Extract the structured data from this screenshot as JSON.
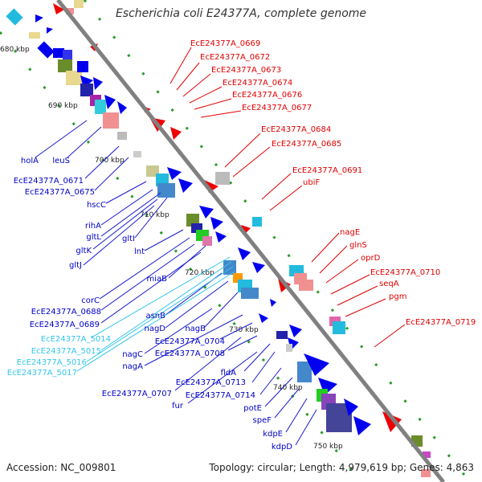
{
  "title": "Escherichia coli E24377A, complete genome",
  "footer": {
    "accession": "Accession: NC_009801",
    "summary": "Topology: circular; Length: 4,979,619 bp; Genes: 4,863"
  },
  "ticks": [
    "680 kbp",
    "690 kbp",
    "700 kbp",
    "710 kbp",
    "720 kbp",
    "730 kbp",
    "740 kbp",
    "750 kbp"
  ],
  "colors": {
    "forward_label": "#e00000",
    "reverse_label": "#0000c8",
    "rna_label": "#33c6ea",
    "backbone": "#808080",
    "gc_dot": "#2a9a2a"
  },
  "forward_labels": [
    "EcE24377A_0669",
    "EcE24377A_0672",
    "EcE24377A_0673",
    "EcE24377A_0674",
    "EcE24377A_0676",
    "EcE24377A_0677",
    "EcE24377A_0684",
    "EcE24377A_0685",
    "EcE24377A_0691",
    "ubiF",
    "nagE",
    "glnS",
    "oprD",
    "EcE24377A_0710",
    "seqA",
    "pgm",
    "EcE24377A_0719"
  ],
  "reverse_labels": [
    "holA",
    "leuS",
    "EcE24377A_0671",
    "EcE24377A_0675",
    "hscC",
    "rihA",
    "gltL",
    "gltI",
    "gltK",
    "lnt",
    "gltJ",
    "miaB",
    "corC",
    "EcE24377A_0688",
    "EcE24377A_0689",
    "asnB",
    "nagD",
    "nagB",
    "EcE24377A_5014",
    "EcE24377A_5015",
    "EcE24377A_5016",
    "EcE24377A_5017",
    "nagC",
    "EcE24377A_0704",
    "EcE24377A_0708",
    "nagA",
    "fldA",
    "EcE24377A_0713",
    "EcE24377A_0707",
    "fur",
    "EcE24377A_0714",
    "potE",
    "speF",
    "kdpE",
    "kdpD"
  ]
}
